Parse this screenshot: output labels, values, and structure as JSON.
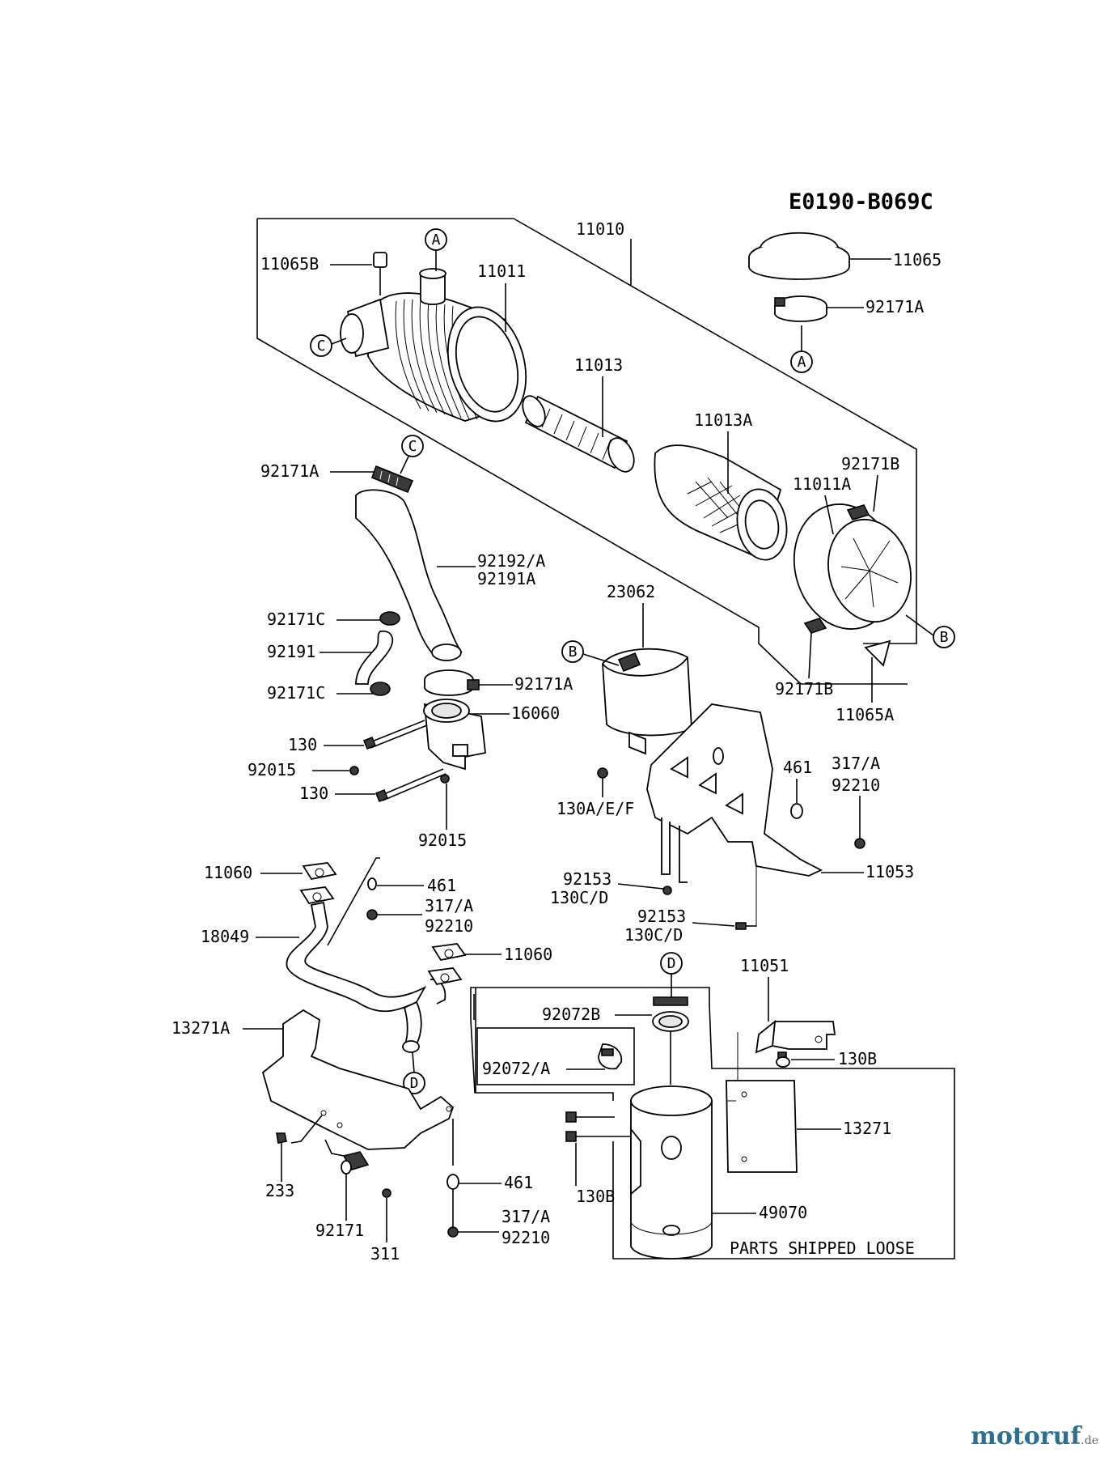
{
  "diagram_code": "E0190-B069C",
  "parts": {
    "p11010": "11010",
    "p11065": "11065",
    "p11065B": "11065B",
    "p11011": "11011",
    "p92171A_cap": "92171A",
    "p11013": "11013",
    "p11013A": "11013A",
    "p92171A_hose": "92171A",
    "p92171B_top": "92171B",
    "p11011A": "11011A",
    "p92192A": "92192/A",
    "p92191A": "92191A",
    "p23062": "23062",
    "p92171C_top": "92171C",
    "p92191": "92191",
    "p92171A_mid": "92171A",
    "p92171C_low": "92171C",
    "p16060": "16060",
    "p92171B_low": "92171B",
    "p11065A": "11065A",
    "p130_a": "130",
    "p92015_a": "92015",
    "p130_b": "130",
    "p92015_b": "92015",
    "p130AEF": "130A/E/F",
    "p461_top": "461",
    "p317A_top": "317/A",
    "p92210_top": "92210",
    "p11060_a": "11060",
    "p461_mid": "461",
    "p317A_mid": "317/A",
    "p92210_mid": "92210",
    "p18049": "18049",
    "p92153_a": "92153",
    "p130CD_a": "130C/D",
    "p11053": "11053",
    "p92153_b": "92153",
    "p130CD_b": "130C/D",
    "p11060_b": "11060",
    "p11051": "11051",
    "p13271A": "13271A",
    "p92072B": "92072B",
    "p130B_a": "130B",
    "p92072A": "92072/A",
    "p13271": "13271",
    "p130B_b": "130B",
    "p233": "233",
    "p461_low": "461",
    "p49070": "49070",
    "p92171": "92171",
    "p317A_low": "317/A",
    "p92210_low": "92210",
    "p311": "311"
  },
  "callouts": {
    "A1": "A",
    "A2": "A",
    "B1": "B",
    "B2": "B",
    "C1": "C",
    "C2": "C",
    "D1": "D",
    "D2": "D"
  },
  "note": "PARTS SHIPPED LOOSE",
  "watermark": {
    "name": "motoruf",
    "tld": ".de"
  }
}
